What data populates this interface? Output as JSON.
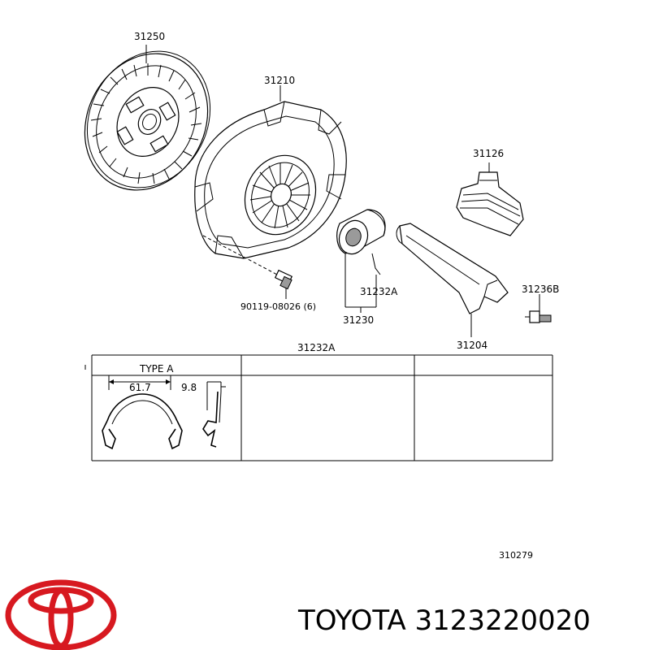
{
  "parts": {
    "clutch_disc": "31250",
    "clutch_cover": "31210",
    "release_fork_boot": "31126",
    "release_bearing_clip": "31232A",
    "release_bearing_hub": "31230",
    "bolt": "90119-08026 (6)",
    "fork_support": "31236B",
    "release_fork": "31204"
  },
  "table": {
    "header_part": "31232A",
    "type_label": "TYPE  A",
    "dim_width": "61.7",
    "dim_thickness": "9.8"
  },
  "diagram_code": "310279",
  "brand": {
    "caption": "TOYOTA 3123220020",
    "logo_color": "#d71920"
  }
}
